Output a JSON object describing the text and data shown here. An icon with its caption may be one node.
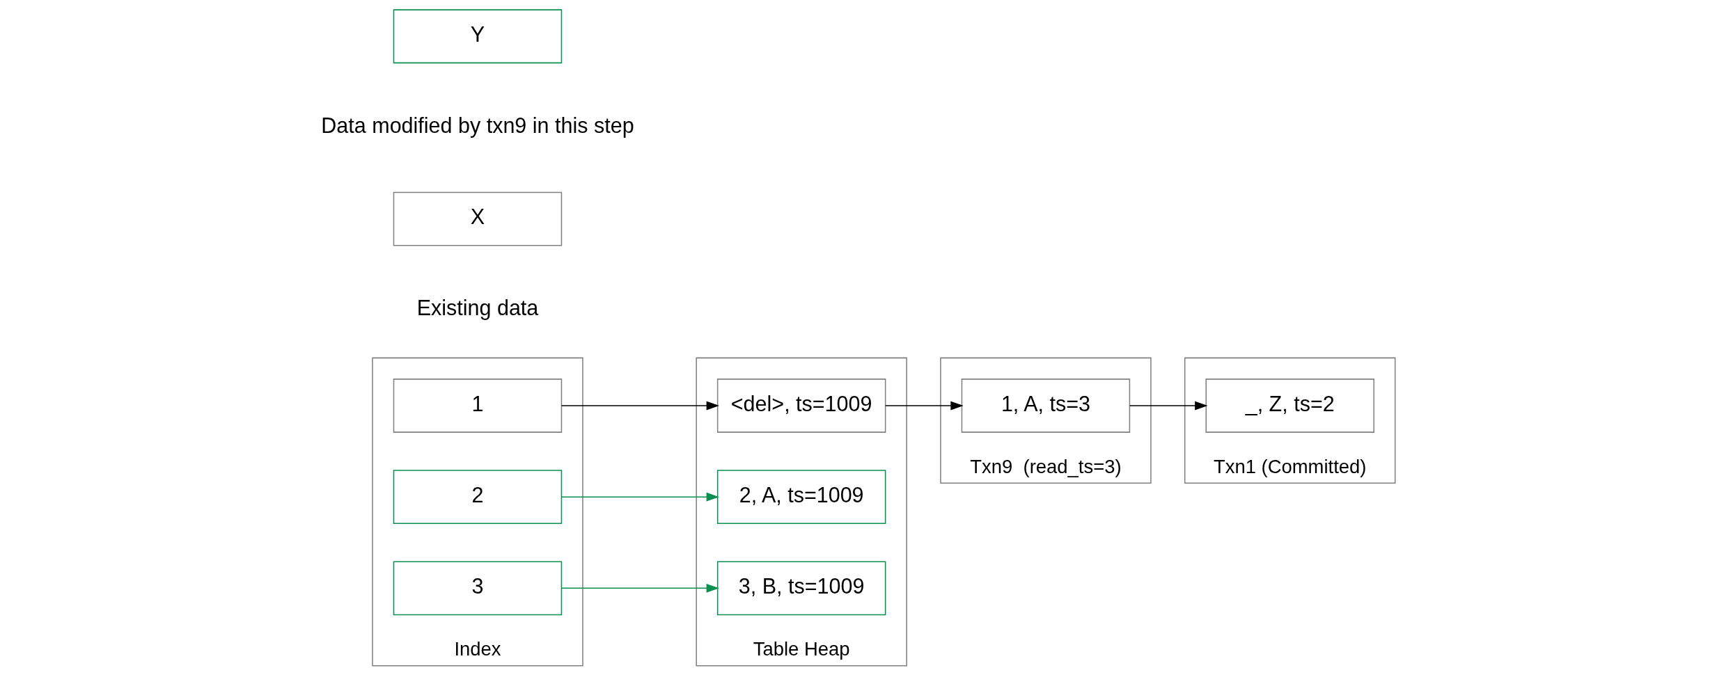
{
  "diagram": {
    "nodes": [
      {
        "text": [
          "Index"
        ]
      },
      {
        "text": [
          "1"
        ],
        "in": 0
      },
      {
        "text": [
          "2"
        ],
        "in": 0
      },
      {
        "text": [
          "3"
        ],
        "in": 0
      },
      {
        "text": [
          "Table Heap"
        ]
      },
      {
        "text": [
          "<del>, ts=1009"
        ],
        "in": 4
      },
      {
        "text": [
          "2, A, ts=1009"
        ],
        "in": 4
      },
      {
        "text": [
          "3, B, ts=1009"
        ],
        "in": 4
      },
      {
        "text": [
          "Txn9  (read_ts=3)"
        ]
      },
      {
        "text": [
          "1, A, ts=3"
        ],
        "in": 8
      },
      {
        "text": [
          "Txn1 (Committed)"
        ]
      },
      {
        "text": [
          "_, Z, ts=2"
        ],
        "in": 10
      },
      {
        "text": [
          "X"
        ],
        "beside": [
          "Existing data"
        ]
      },
      {
        "text": [
          "Y"
        ],
        "beside": [
          "Data modified by txn9 in this step"
        ]
      }
    ],
    "edges": [
      {
        "from": 1,
        "to": 5,
        "arrow": "to"
      },
      {
        "from": 2,
        "to": 6,
        "arrow": "to",
        "color": "#0a8f50"
      },
      {
        "from": 3,
        "to": 7,
        "arrow": "to",
        "color": "#0a8f50"
      },
      {
        "from": 5,
        "to": 9,
        "arrow": "to"
      },
      {
        "from": 9,
        "to": 11,
        "arrow": "to"
      }
    ]
  }
}
